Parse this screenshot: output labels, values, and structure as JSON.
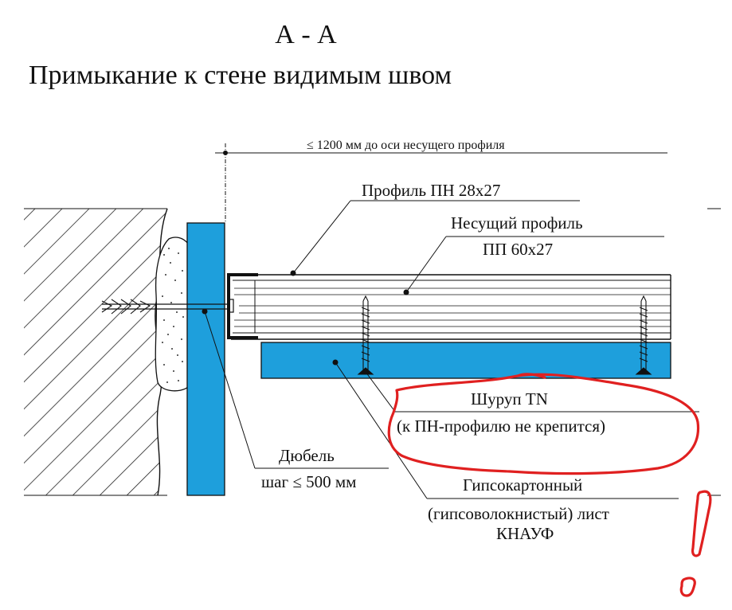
{
  "section_mark": "А - А",
  "title": "Примыкание к стене видимым швом",
  "dimension": {
    "text": "≤ 1200 мм до оси несущего профиля"
  },
  "labels": {
    "pn_profile": "Профиль ПН 28x27",
    "pp_profile_line1": "Несущий профиль",
    "pp_profile_line2": "ПП 60x27",
    "screw_line1": "Шуруп TN",
    "screw_line2": "(к ПН-профилю не крепится)",
    "dowel_line1": "Дюбель",
    "dowel_line2": "шаг ≤ 500 мм",
    "board_line1": "Гипсокартонный",
    "board_line2": "(гипсоволокнистый) лист",
    "board_line3": "КНАУФ"
  },
  "colors": {
    "board_blue": "#1e9fdc",
    "annotation_red": "#e02020",
    "line": "#111111"
  }
}
